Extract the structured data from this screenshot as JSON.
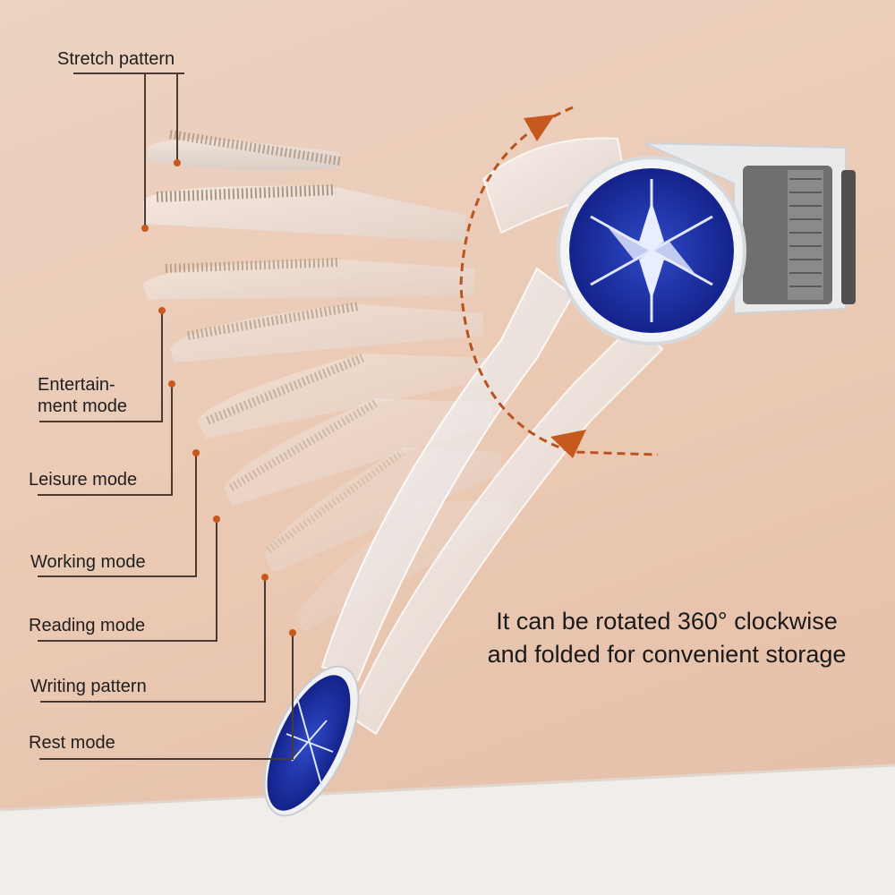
{
  "labels": {
    "stretch": "Stretch pattern",
    "entertainment": "Entertain-\nment mode",
    "leisure": "Leisure mode",
    "working": "Working mode",
    "reading": "Reading mode",
    "writing": "Writing pattern",
    "rest": "Rest mode"
  },
  "caption": {
    "line1": "It can be rotated 360° clockwise",
    "line2": "and folded for convenient storage"
  },
  "colors": {
    "leader_line": "#4a3a32",
    "marker_dot": "#c9581c",
    "rotation_arrow": "#b8531f",
    "hub_blue": "#1d33a8",
    "strap_gray": "#6f6f6f"
  },
  "icons": [
    "snowflake-icon",
    "rotation-arrow-icon"
  ]
}
